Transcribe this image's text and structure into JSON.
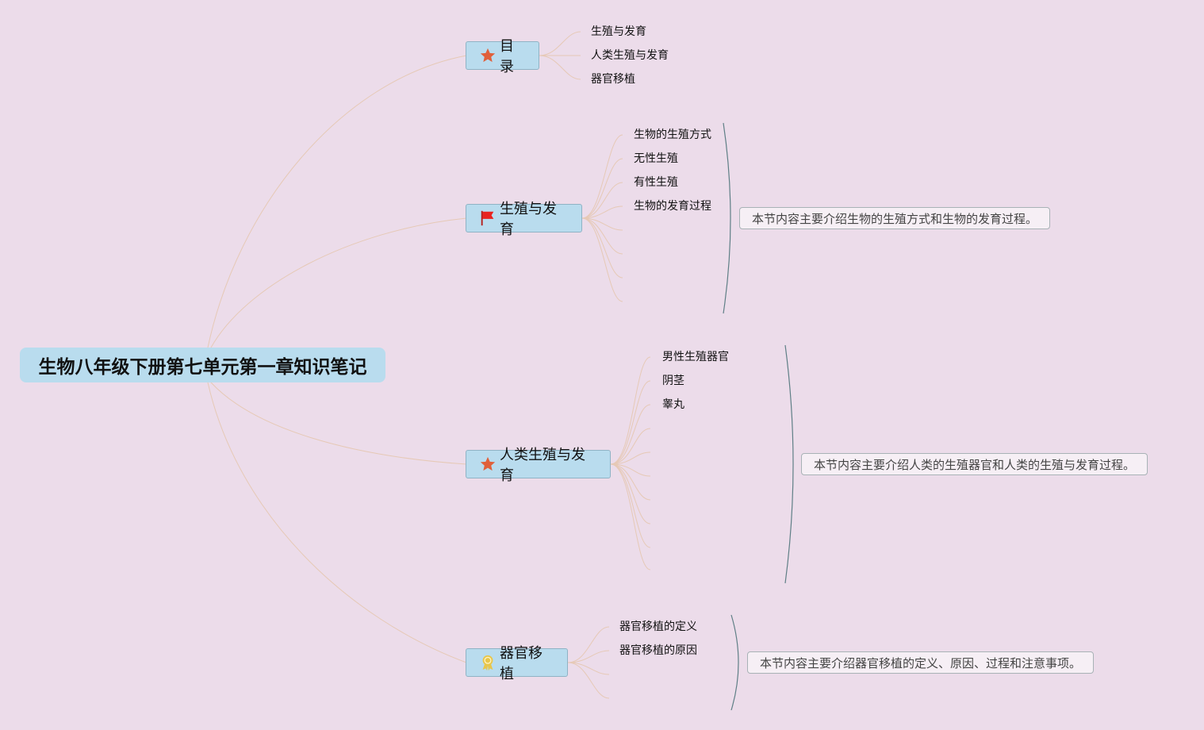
{
  "root": {
    "title": "生物八年级下册第七单元第一章知识笔记"
  },
  "topics": [
    {
      "id": "toc",
      "label": "目录",
      "icon": "star-icon",
      "children": [
        "生殖与发育",
        "人类生殖与发育",
        "器官移植"
      ],
      "summary": ""
    },
    {
      "id": "reproduction",
      "label": "生殖与发育",
      "icon": "red-flag-icon",
      "children": [
        "生物的生殖方式",
        "无性生殖",
        "有性生殖",
        "生物的发育过程"
      ],
      "summary": "本节内容主要介绍生物的生殖方式和生物的发育过程。"
    },
    {
      "id": "human",
      "label": "人类生殖与发育",
      "icon": "star-icon",
      "children": [
        "男性生殖器官",
        "阴茎",
        "睾丸"
      ],
      "summary": "本节内容主要介绍人类的生殖器官和人类的生殖与发育过程。"
    },
    {
      "id": "transplant",
      "label": "器官移植",
      "icon": "award-ribbon-icon",
      "children": [
        "器官移植的定义",
        "器官移植的原因"
      ],
      "summary": "本节内容主要介绍器官移植的定义、原因、过程和注意事项。"
    }
  ],
  "colors": {
    "background": "#ecdcea",
    "node_fill": "#b9dcee",
    "link": "#e6c9b6",
    "bracket": "#5f7f86",
    "star": "#e0603a",
    "flag": "#e8231f",
    "award": "#e8c64a"
  }
}
